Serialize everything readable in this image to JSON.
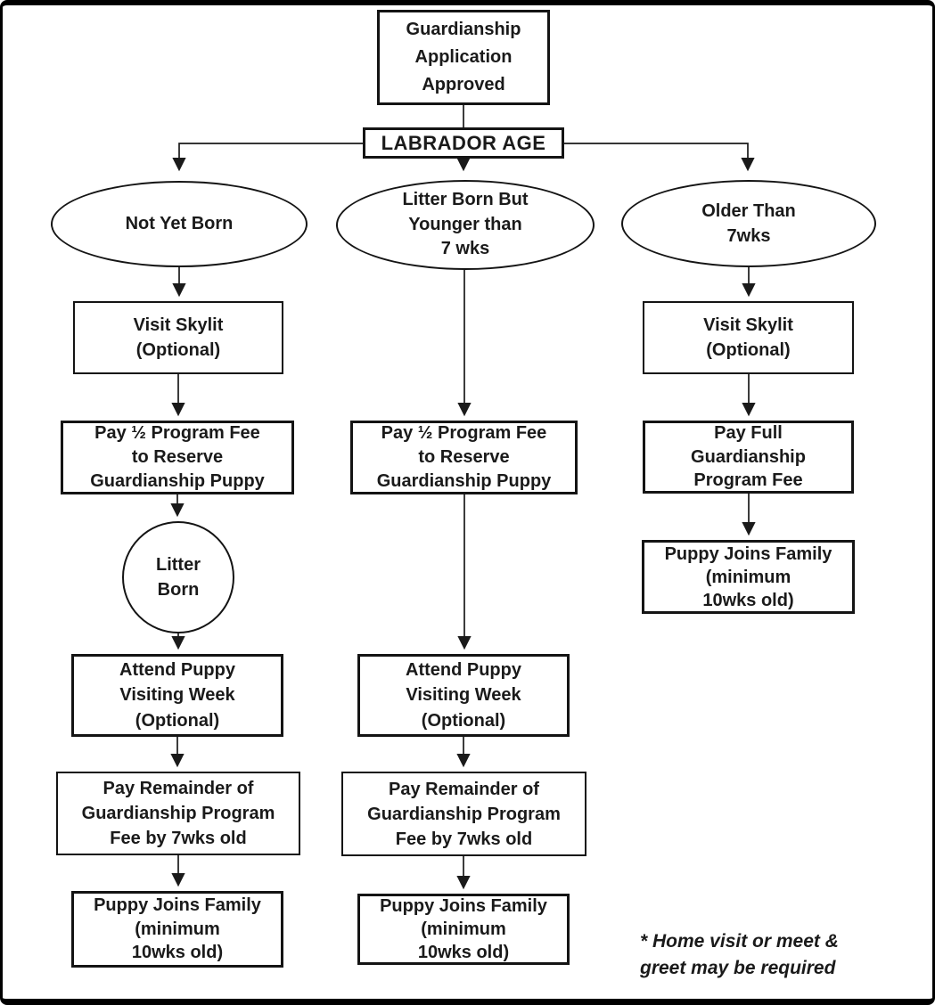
{
  "colors": {
    "ink": "#1a1a1a",
    "background": "#ffffff"
  },
  "flow": {
    "start": "Guardianship\nApplication\nApproved",
    "decision": "LABRADOR AGE",
    "left": {
      "condition": "Not Yet Born",
      "visit": "Visit Skylit\n(Optional)",
      "pay_half": "Pay ½ Program Fee\nto Reserve\nGuardianship Puppy",
      "litter_born": "Litter\nBorn",
      "attend": "Attend Puppy\nVisiting Week\n(Optional)",
      "pay_remainder": "Pay Remainder of\nGuardianship Program\nFee by 7wks old",
      "joins": "Puppy Joins Family\n(minimum\n10wks old)"
    },
    "middle": {
      "condition": "Litter Born But\nYounger than\n7 wks",
      "pay_half": "Pay ½ Program Fee\nto Reserve\nGuardianship Puppy",
      "attend": "Attend Puppy\nVisiting Week\n(Optional)",
      "pay_remainder": "Pay Remainder of\nGuardianship Program\nFee by 7wks old",
      "joins": "Puppy Joins Family\n(minimum\n10wks old)"
    },
    "right": {
      "condition": "Older Than\n7wks",
      "visit": "Visit Skylit\n(Optional)",
      "pay_full": "Pay Full\nGuardianship\nProgram Fee",
      "joins": "Puppy Joins Family\n(minimum\n10wks old)"
    },
    "footnote": "* Home visit or meet &\ngreet may be required"
  }
}
